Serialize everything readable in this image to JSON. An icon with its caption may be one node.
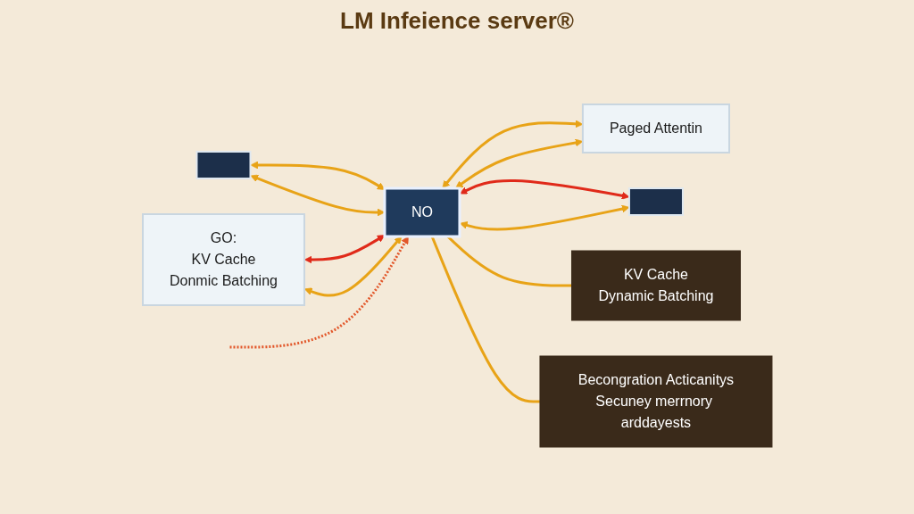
{
  "diagram": {
    "title": "LM Infeience server®",
    "nodes": [
      {
        "text": [
          "NO"
        ]
      },
      {
        "text": [],
        "shape": "box"
      },
      {
        "text": [
          "GO:",
          "KV Cache",
          "Donmic Batching"
        ]
      },
      {
        "text": [
          "Paged Attentin"
        ]
      },
      {
        "text": [],
        "shape": "box"
      },
      {
        "text": [
          "KV Cache",
          "Dynamic Batching"
        ]
      },
      {
        "text": [
          "Becongration Acticanitys",
          "Secuney merrnory arddayests"
        ]
      }
    ],
    "edges": [
      {
        "from": 1,
        "to": 0,
        "arrow": "both"
      },
      {
        "from": 1,
        "to": 0,
        "arrow": "both"
      },
      {
        "from": 2,
        "to": 0,
        "arrow": "both",
        "color": "#e02a1a"
      },
      {
        "from": 2,
        "to": 0,
        "arrow": "both"
      },
      {
        "from": 0,
        "to": 3,
        "arrow": "both"
      },
      {
        "from": 0,
        "to": 3,
        "arrow": "both"
      },
      {
        "from": 0,
        "to": 4,
        "arrow": "both",
        "color": "#e02a1a"
      },
      {
        "from": 0,
        "to": 4,
        "arrow": "both"
      },
      {
        "from": 0,
        "to": 5,
        "arrow": "none"
      },
      {
        "from": 0,
        "to": 6,
        "arrow": "none"
      },
      {
        "from": null,
        "to": 0,
        "arrow": "to",
        "style": "dashed",
        "color": "#e2572a"
      }
    ]
  }
}
